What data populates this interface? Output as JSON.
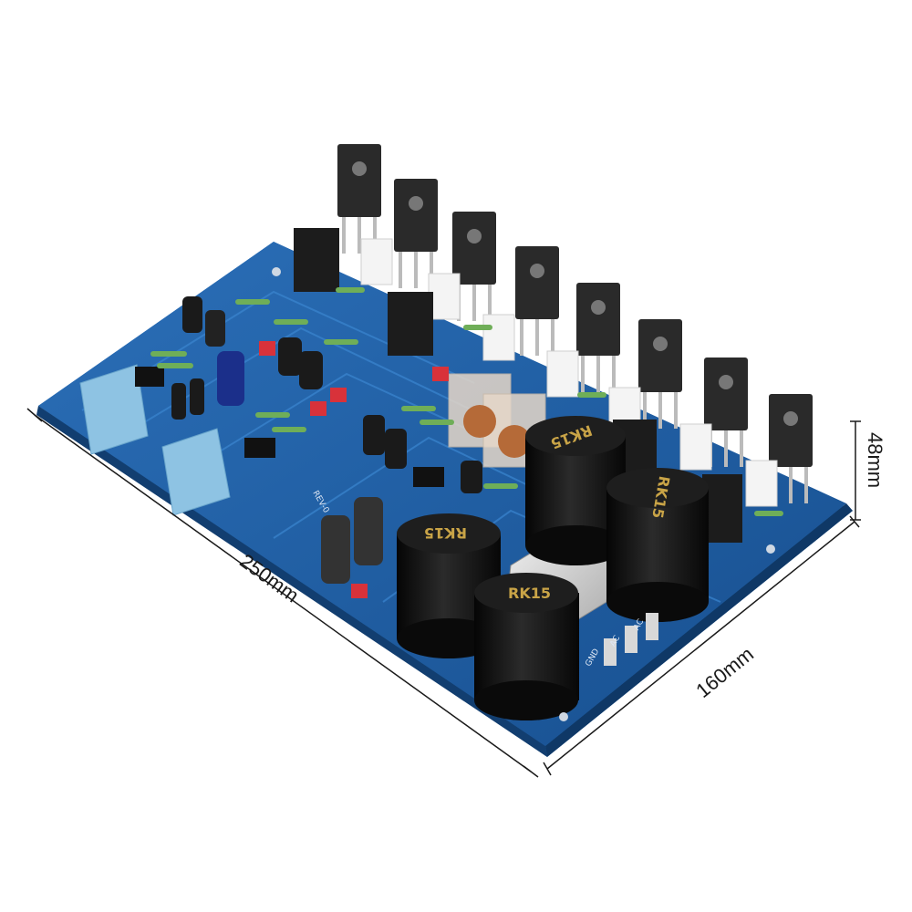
{
  "dimensions": {
    "length": "250mm",
    "width": "160mm",
    "height": "48mm"
  },
  "board": {
    "capacitor_marking": "RK15",
    "silkscreen_version": "REV-0",
    "connector_labels": [
      "GND",
      "AC",
      "AC"
    ]
  },
  "colors": {
    "pcb": "#1d5fa6",
    "pcb_edge": "#2a73bd",
    "transistor": "#2a2a2a",
    "capacitor": "#141414",
    "capacitor_mark": "#c9a447",
    "film_cap": "#8ec3e3",
    "dimension_line": "#1a1a1a"
  },
  "icons": [
    "amplifier-board-photo"
  ]
}
